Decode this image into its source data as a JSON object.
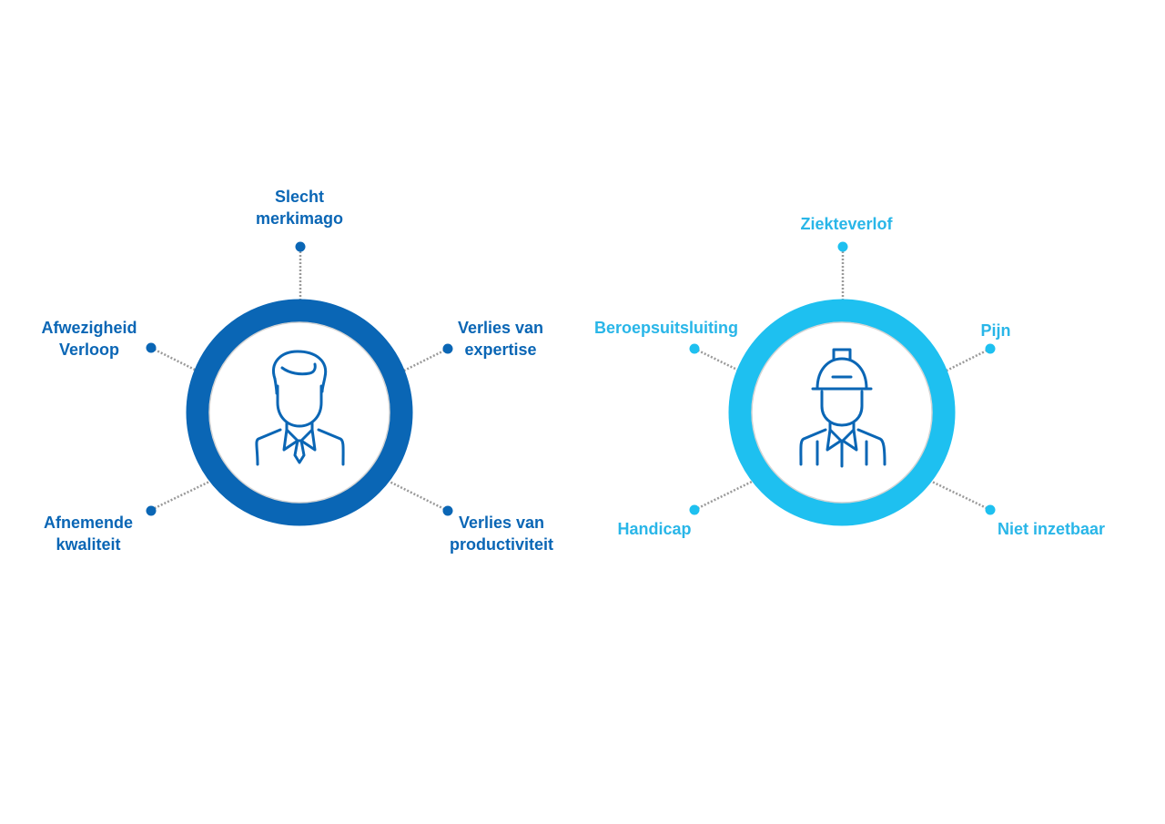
{
  "colors": {
    "dark_blue": "#0a66b5",
    "light_blue": "#1ec0f0",
    "connector_gray": "#9a9a9a",
    "inner_shadow": "#d4d4d4"
  },
  "left_diagram": {
    "icon": "office-worker-icon",
    "labels": {
      "top": "Slecht\nmerkimago",
      "upper_left": "Afwezigheid\nVerloop",
      "upper_right": "Verlies van\nexpertise",
      "lower_left": "Afnemende\nkwaliteit",
      "lower_right": "Verlies van\nproductiviteit"
    }
  },
  "right_diagram": {
    "icon": "construction-worker-icon",
    "labels": {
      "top": "Ziekteverlof",
      "upper_left": "Beroepsuitsluiting",
      "upper_right": "Pijn",
      "lower_left": "Handicap",
      "lower_right": "Niet inzetbaar"
    }
  }
}
